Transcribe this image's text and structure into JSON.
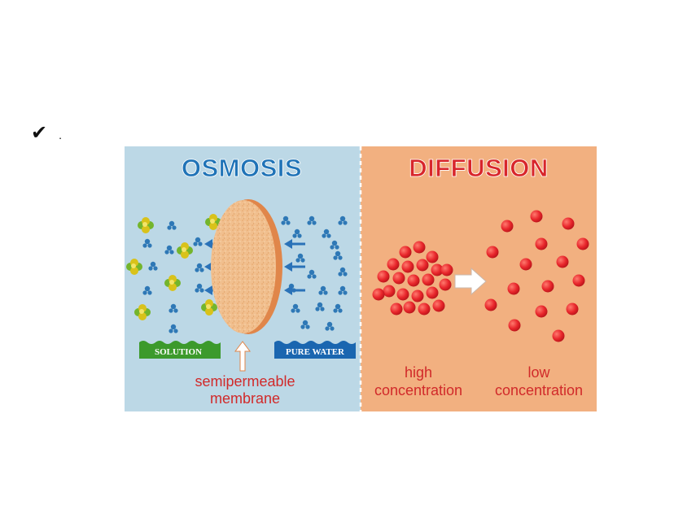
{
  "bullet": {
    "icon": "checkmark-icon",
    "text": "."
  },
  "osmosis": {
    "title": "OSMOSIS",
    "solution_label": "SOLUTION",
    "water_label": "PURE WATER",
    "membrane_label_1": "semipermeable",
    "membrane_label_2": "membrane"
  },
  "diffusion": {
    "title": "DIFFUSION",
    "high_1": "high",
    "high_2": "concentration",
    "low_1": "low",
    "low_2": "concentration"
  },
  "colors": {
    "osmosis_bg": "#bcd8e6",
    "diffusion_bg": "#f2b080",
    "title_blue": "#1f73b7",
    "title_red": "#d8262b",
    "caption_red": "#d12a2a",
    "solution_green": "#3c9a2c",
    "water_blue": "#1a66b0",
    "particle_red": "#e8262b",
    "arrow_blue": "#2a72b8",
    "water_molecule": "#2e78b6",
    "solute_yellow": "#d9c21a",
    "solute_green": "#74b52c",
    "membrane_fill": "#f1bf8e",
    "membrane_edge": "#e0864a"
  }
}
